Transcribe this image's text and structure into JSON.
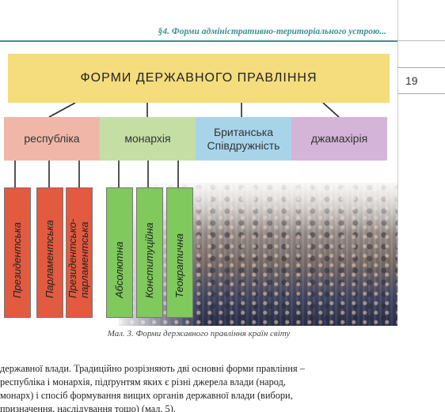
{
  "header": {
    "section_title": "§4. Форми адміністративно-територіального устрою..."
  },
  "margin": {
    "page_number": "19"
  },
  "diagram": {
    "title": "ФОРМИ ДЕРЖАВНОГО ПРАВЛІННЯ",
    "categories": [
      {
        "label": "республіка",
        "color": "#f0b7a8"
      },
      {
        "label": "монархія",
        "color": "#c5dea4"
      },
      {
        "label": "Британська Співдружність",
        "line1": "Британська",
        "line2": "Співдружність",
        "color": "#a8d4ea"
      },
      {
        "label": "джамахірія",
        "color": "#d4b4d8"
      }
    ],
    "subtypes": [
      {
        "label": "Президентська",
        "parent": "республіка",
        "color": "#e25a3f"
      },
      {
        "label": "Парламентська",
        "parent": "республіка",
        "color": "#e25a3f"
      },
      {
        "label": "Президентсько-парламентська",
        "line1": "Президентсько-",
        "line2": "парламентська",
        "parent": "республіка",
        "color": "#e25a3f"
      },
      {
        "label": "Абсолютна",
        "parent": "монархія",
        "color": "#7fc95d"
      },
      {
        "label": "Конституційна",
        "parent": "монархія",
        "color": "#7fc95d"
      },
      {
        "label": "Теократична",
        "parent": "монархія",
        "color": "#7fc95d"
      }
    ]
  },
  "caption": "Мал. 3. Форми державного правління країн світу",
  "body": {
    "lines": [
      "державної влади. Традиційно розрізняють дві основні форми правління –",
      "республіка і монархія, підґрунтям яких є різні джерела влади (народ,",
      "монарх) і спосіб формування вищих органів державної влади (вибори,",
      "призначення, наслідування тощо) (мал. 5)."
    ]
  }
}
